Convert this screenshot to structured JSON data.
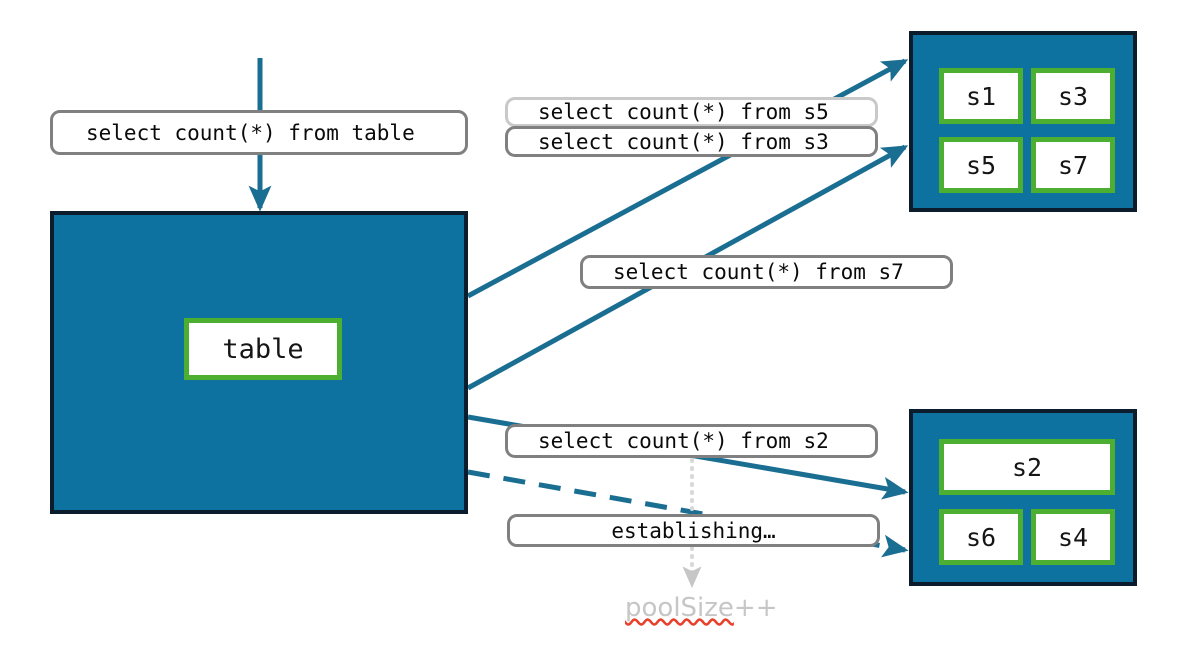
{
  "diagram": {
    "title": "database connection pool diagram",
    "colors": {
      "box_fill": "#0E72A0",
      "box_border": "#0B1C2C",
      "chip_border": "#4CAF32",
      "chip_fill": "#ffffff",
      "edge": "#1A6E92",
      "label_border": "#808080",
      "label_border_faded": "#c9c9c9",
      "ghost_text": "#c6c6c6",
      "spellcheck_underline": "#e8402a"
    }
  },
  "client": {
    "name": "client-database-block",
    "chip_label": "table"
  },
  "top_query_label": {
    "text": "select count(*) from table"
  },
  "pool_a": {
    "name": "connection-pool-top",
    "chips": [
      {
        "label": "s1"
      },
      {
        "label": "s3"
      },
      {
        "label": "s5"
      },
      {
        "label": "s7"
      }
    ]
  },
  "pool_b": {
    "name": "connection-pool-bottom",
    "chips": [
      {
        "label": "s2"
      },
      {
        "label": "s6"
      },
      {
        "label": "s4"
      }
    ]
  },
  "query_labels": [
    {
      "id": "q-s5",
      "text": "select count(*) from s5",
      "state": "faded"
    },
    {
      "id": "q-s3",
      "text": "select count(*) from s3",
      "state": "active"
    },
    {
      "id": "q-s7",
      "text": "select count(*) from s7",
      "state": "active"
    },
    {
      "id": "q-s2",
      "text": "select count(*) from s2",
      "state": "active"
    },
    {
      "id": "q-establishing",
      "text": "establishing…",
      "state": "active"
    }
  ],
  "annotation": {
    "text_misspelled": "poolSize",
    "text_suffix": "++"
  }
}
